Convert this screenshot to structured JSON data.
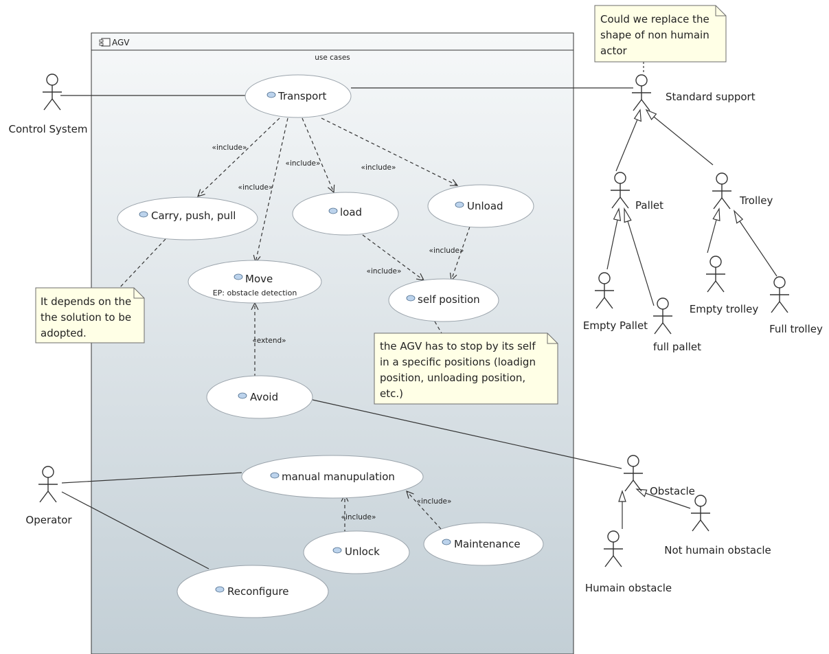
{
  "system": {
    "name": "AGV",
    "compartment": "use cases"
  },
  "actors": {
    "control_system": "Control System",
    "standard_support": "Standard support",
    "pallet": "Pallet",
    "trolley": "Trolley",
    "empty_pallet": "Empty Pallet",
    "full_pallet": "full pallet",
    "empty_trolley": "Empty trolley",
    "full_trolley": "Full trolley",
    "operator": "Operator",
    "obstacle": "Obstacle",
    "humain_obstacle": "Humain obstacle",
    "not_humain_obstacle": "Not humain obstacle"
  },
  "usecases": {
    "transport": "Transport",
    "carry": "Carry, push, pull",
    "load": "load",
    "unload": "Unload",
    "move": "Move",
    "move_ep": "EP: obstacle detection",
    "self_position": "self position",
    "avoid": "Avoid",
    "manual": "manual manupulation",
    "unlock": "Unlock",
    "maintenance": "Maintenance",
    "reconfigure": "Reconfigure"
  },
  "relations": {
    "include": "«include»",
    "extend": "«extend»"
  },
  "notes": {
    "replace_shape": [
      "Could we replace the",
      "shape of non humain",
      "actor"
    ],
    "depends": [
      "It depends on the",
      "the solution to be",
      "adopted."
    ],
    "agv_stop": [
      "the AGV has to stop by its self",
      "in a specific positions (loadign",
      "position, unloading position,",
      "etc.)"
    ]
  },
  "colors": {
    "boundary_top": "#f6f8f9",
    "boundary_bottom": "#c3cfd6",
    "note_fill": "#ffffe6",
    "usecase_icon": "#bcd3ec"
  }
}
